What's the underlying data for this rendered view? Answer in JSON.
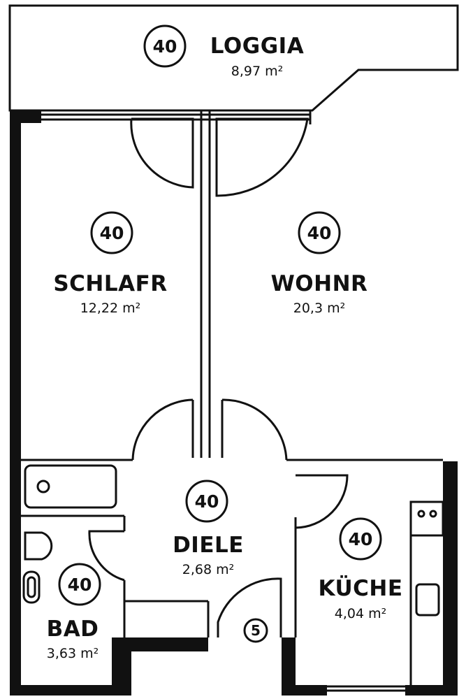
{
  "plan": {
    "wall_color": "#111111",
    "background_color": "#ffffff"
  },
  "rooms": {
    "loggia": {
      "badge": "40",
      "name": "LOGGIA",
      "area": "8,97 m²"
    },
    "schlafr": {
      "badge": "40",
      "name": "SCHLAFR",
      "area": "12,22 m²"
    },
    "wohnr": {
      "badge": "40",
      "name": "WOHNR",
      "area": "20,3 m²"
    },
    "diele": {
      "badge": "40",
      "name": "DIELE",
      "area": "2,68 m²"
    },
    "kueche": {
      "badge": "40",
      "name": "KÜCHE",
      "area": "4,04 m²"
    },
    "bad": {
      "badge": "40",
      "name": "BAD",
      "area": "3,63 m²"
    }
  },
  "entrance_marker": "5"
}
